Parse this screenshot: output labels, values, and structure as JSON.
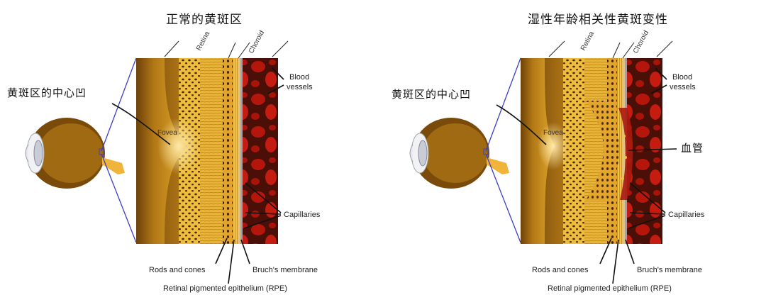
{
  "panels": [
    {
      "title": "正常的黄斑区",
      "annotation": "黄斑区的中心凹",
      "retina_label": "Retina",
      "choroid_label": "Choroid",
      "fovea_label": "Fovea",
      "blood_vessels_label_1": "Blood",
      "blood_vessels_label_2": "vessels",
      "capillaries_label": "Capillaries",
      "rods_cones_label": "Rods and cones",
      "bruchs_label": "Bruch's membrane",
      "rpe_label": "Retinal pigmented epithelium (RPE)"
    },
    {
      "title": "湿性年龄相关性黄斑变性",
      "annotation": "黄斑区的中心凹",
      "vessel_annotation": "血管",
      "retina_label": "Retina",
      "choroid_label": "Choroid",
      "fovea_label": "Fovea",
      "blood_vessels_label_1": "Blood",
      "blood_vessels_label_2": "vessels",
      "capillaries_label": "Capillaries",
      "rods_cones_label": "Rods and cones",
      "bruchs_label": "Bruch's membrane",
      "rpe_label": "Retinal pigmented epithelium (RPE)"
    }
  ],
  "colors": {
    "tissue_dark": "#8a5a10",
    "tissue_gold": "#e2a92a",
    "tissue_light": "#f4cf6a",
    "choroid": "#5a1208",
    "blood": "#c0180e",
    "eye_brown": "#7a4a0a",
    "zoom_line": "#3b3fc8"
  }
}
